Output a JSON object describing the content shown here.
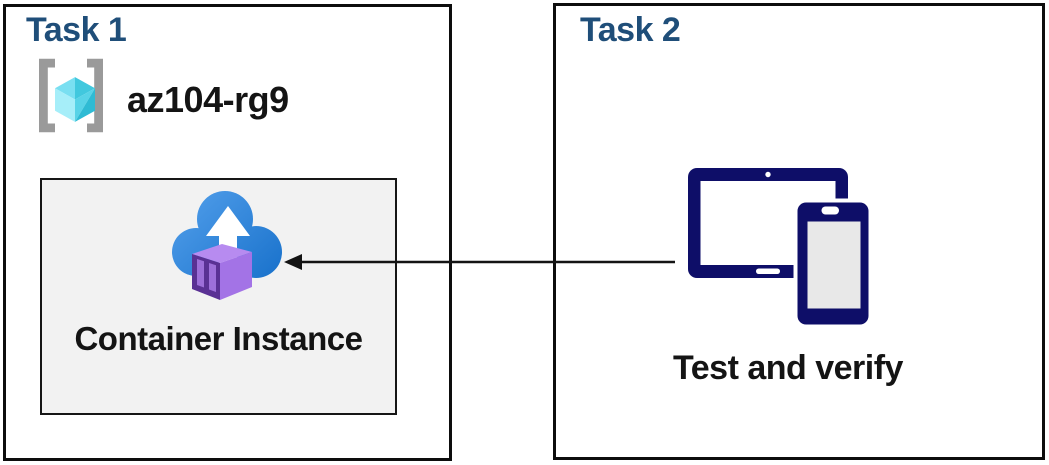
{
  "diagram": {
    "task1": {
      "title": "Task 1",
      "resource_group": "az104-rg9",
      "container_instance": "Container Instance"
    },
    "task2": {
      "title": "Task 2",
      "caption": "Test and verify"
    },
    "connector": {
      "type": "arrow",
      "direction": "from task2 devices to task1 container instance"
    }
  },
  "icons": {
    "resource_group": "resource-group-icon",
    "container_instance": "container-instances-cloud-upload-icon",
    "devices": "tablet-phone-devices-icon",
    "connector": "left-arrow-connector"
  },
  "colors": {
    "title_blue": "#1F4E79",
    "text_black": "#141414",
    "box_border": "#0D0D0D",
    "container_box_bg": "#F2F2F2",
    "device_navy": "#0E0E68",
    "cloud_blue_light": "#4D9BE8",
    "cloud_blue_dark": "#1C74CD",
    "container_purple": "#A373E6",
    "container_purple_dark": "#5A3194",
    "container_purple_top": "#B78BF0",
    "cube_cyan_light": "#A6EEF9",
    "cube_cyan_dark": "#2FBBD4",
    "bracket_gray": "#9A9A9A"
  }
}
